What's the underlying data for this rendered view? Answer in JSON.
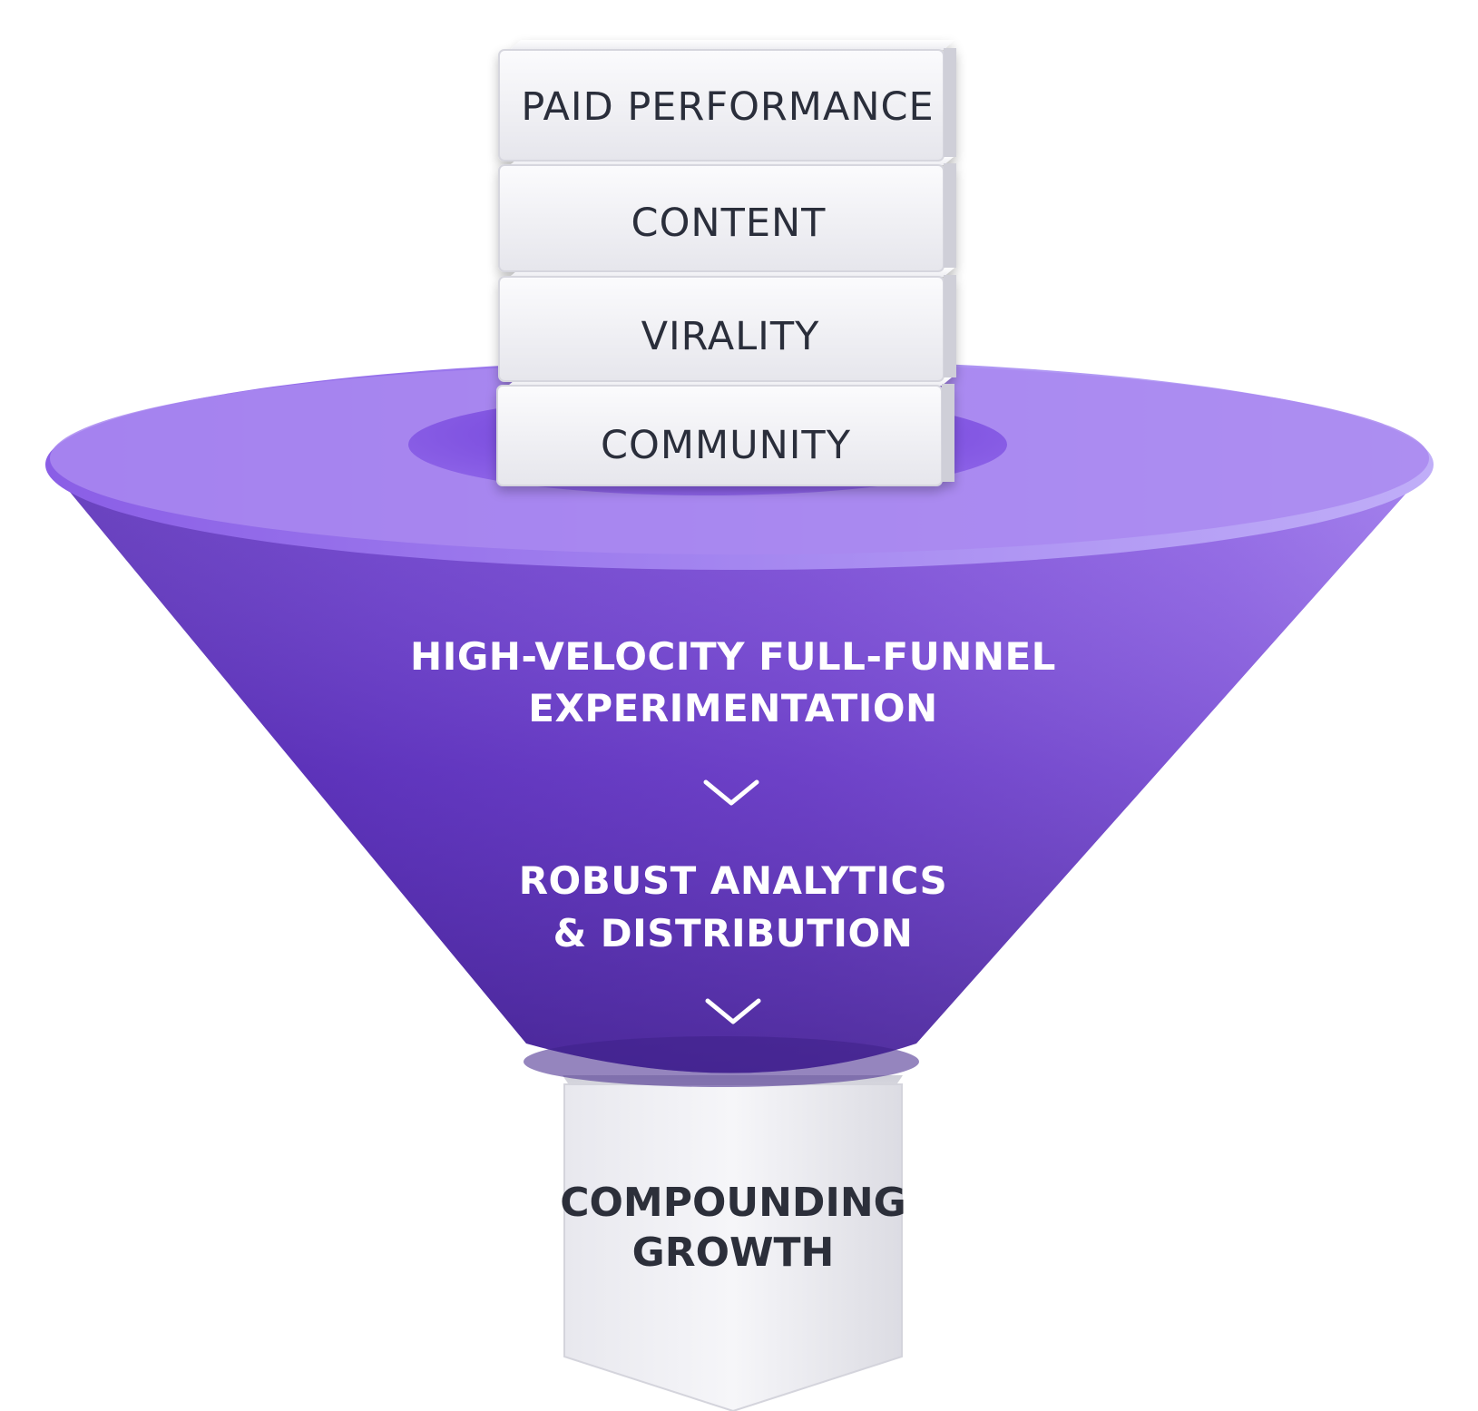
{
  "input_blocks": [
    {
      "label": "PAID PERFORMANCE"
    },
    {
      "label": "CONTENT"
    },
    {
      "label": "VIRALITY"
    },
    {
      "label": "COMMUNITY"
    }
  ],
  "funnel_stages": [
    {
      "lines": [
        "HIGH-VELOCITY FULL-FUNNEL",
        "EXPERIMENTATION"
      ]
    },
    {
      "lines": [
        "ROBUST ANALYTICS",
        "& DISTRIBUTION"
      ]
    }
  ],
  "output": {
    "lines": [
      "COMPOUNDING",
      "GROWTH"
    ]
  },
  "colors": {
    "funnel_top": "#a98af0",
    "funnel_body_light": "#8a5ee6",
    "funnel_body_dark": "#4a2a98",
    "block_face": "#f3f3f6",
    "block_text": "#2c2f3a",
    "funnel_text": "#ffffff"
  },
  "icons": [
    "chevron-down-icon",
    "chevron-down-icon"
  ]
}
